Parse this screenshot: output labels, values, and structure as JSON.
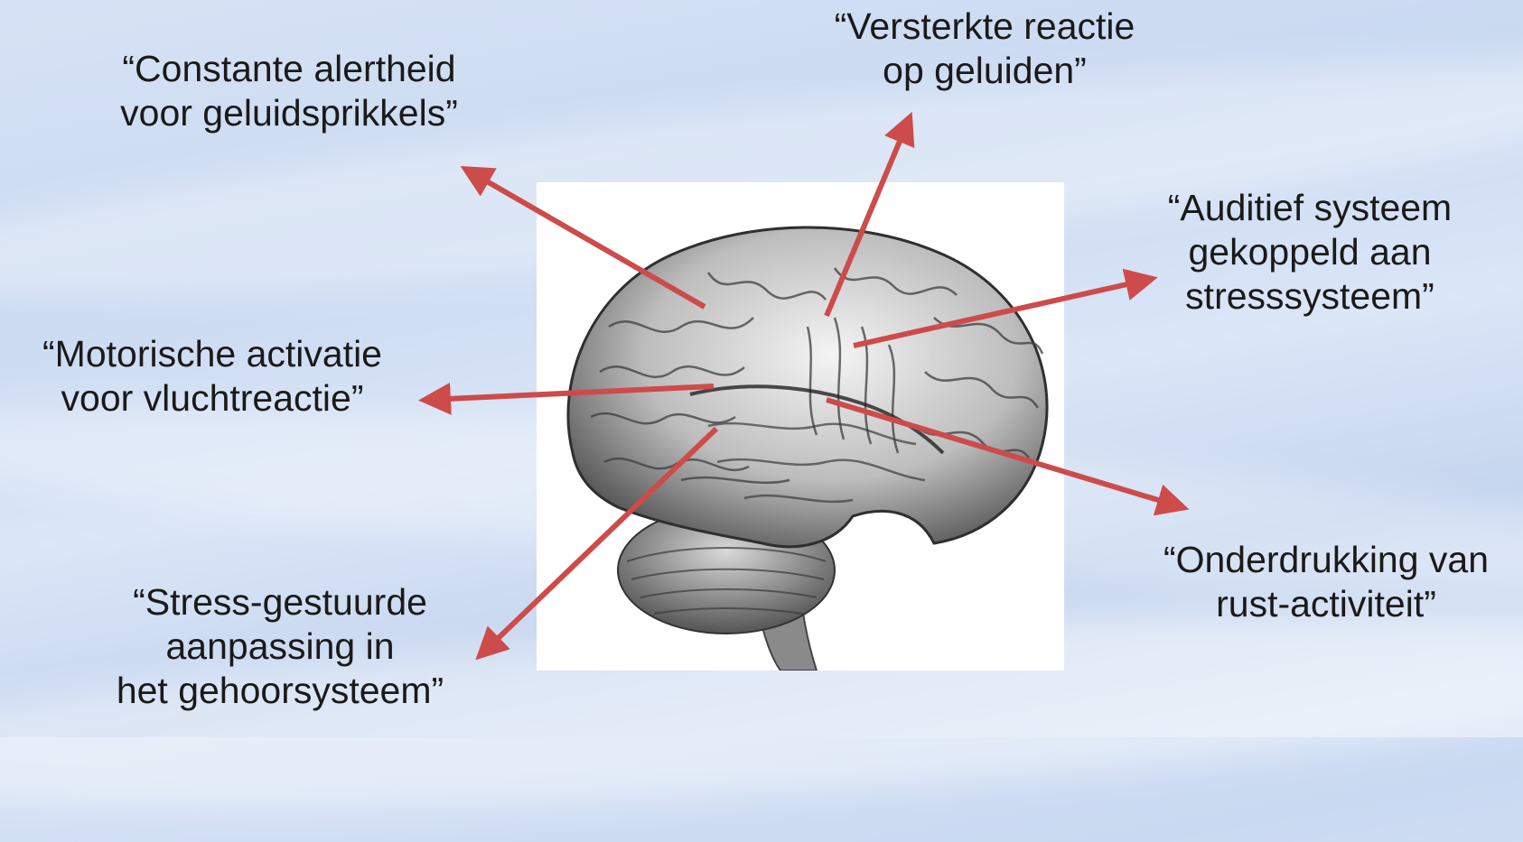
{
  "labels": {
    "alertness": {
      "line1": "“Constante alertheid",
      "line2": "voor geluidsprikkels”"
    },
    "reaction": {
      "line1": "“Versterkte reactie",
      "line2": "op geluiden”"
    },
    "auditory": {
      "line1": "“Auditief systeem",
      "line2": "gekoppeld aan",
      "line3": "stresssysteem”"
    },
    "motor": {
      "line1": "“Motorische activatie",
      "line2": "voor vluchtreactie”"
    },
    "suppression": {
      "line1": "“Onderdrukking van",
      "line2": "rust-activiteit”"
    },
    "stress": {
      "line1": "“Stress-gestuurde",
      "line2": "aanpassing in",
      "line3": "het gehoorsysteem”"
    }
  },
  "colors": {
    "arrow": "#cd4b4a",
    "text": "#1a1a1a"
  },
  "icons": {
    "brain": "brain-illustration"
  }
}
